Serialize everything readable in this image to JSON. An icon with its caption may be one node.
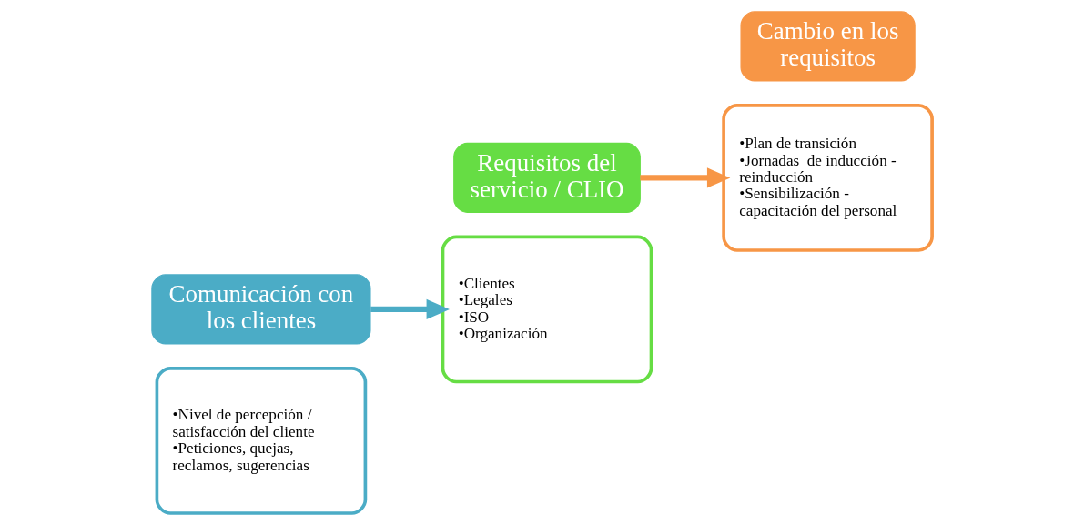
{
  "diagram": {
    "nodes": [
      {
        "text": [
          "•Nivel de percepción / satisfacción del cliente",
          "•Peticiones, quejas, reclamos, sugerencias"
        ]
      },
      {
        "text": [
          "Comunicación con los clientes"
        ]
      },
      {
        "text": [
          "•Clientes",
          "•Legales",
          "•ISO",
          "•Organización"
        ]
      },
      {
        "text": [
          "Requisitos del servicio / CLIO"
        ]
      },
      {
        "text": [
          "•Plan de transición",
          "•Jornadas  de inducción - reinducción",
          "•Sensibilización - capacitación del personal"
        ]
      },
      {
        "text": [
          "Cambio en los requisitos"
        ]
      }
    ],
    "edges": [
      {
        "from": 1,
        "to": 2,
        "arrow": "to",
        "color": "#4bacc6"
      },
      {
        "from": 3,
        "to": 4,
        "arrow": "to",
        "color": "#f79646"
      }
    ]
  }
}
